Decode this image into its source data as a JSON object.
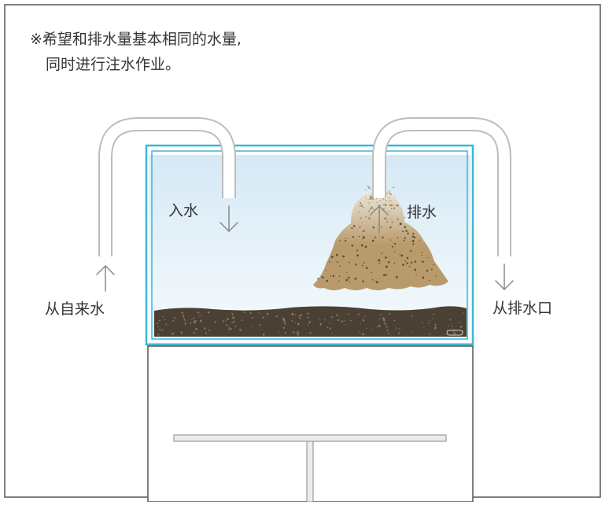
{
  "note": {
    "line1": "※希望和排水量基本相同的水量,",
    "line2": "同时进行注水作业。"
  },
  "labels": {
    "inlet": "入水",
    "outlet": "排水",
    "from_tap": "从自来水",
    "to_drain": "从排水口"
  },
  "colors": {
    "tank_frame": "#3ab7d8",
    "water_top": "#d5e9f5",
    "water_bottom": "#f6fafd",
    "substrate": "#4a4134",
    "sand_light": "#eee8da",
    "sand_dark": "#b99a6b",
    "pipe": "#c8c8c8",
    "stand": "#555555"
  }
}
